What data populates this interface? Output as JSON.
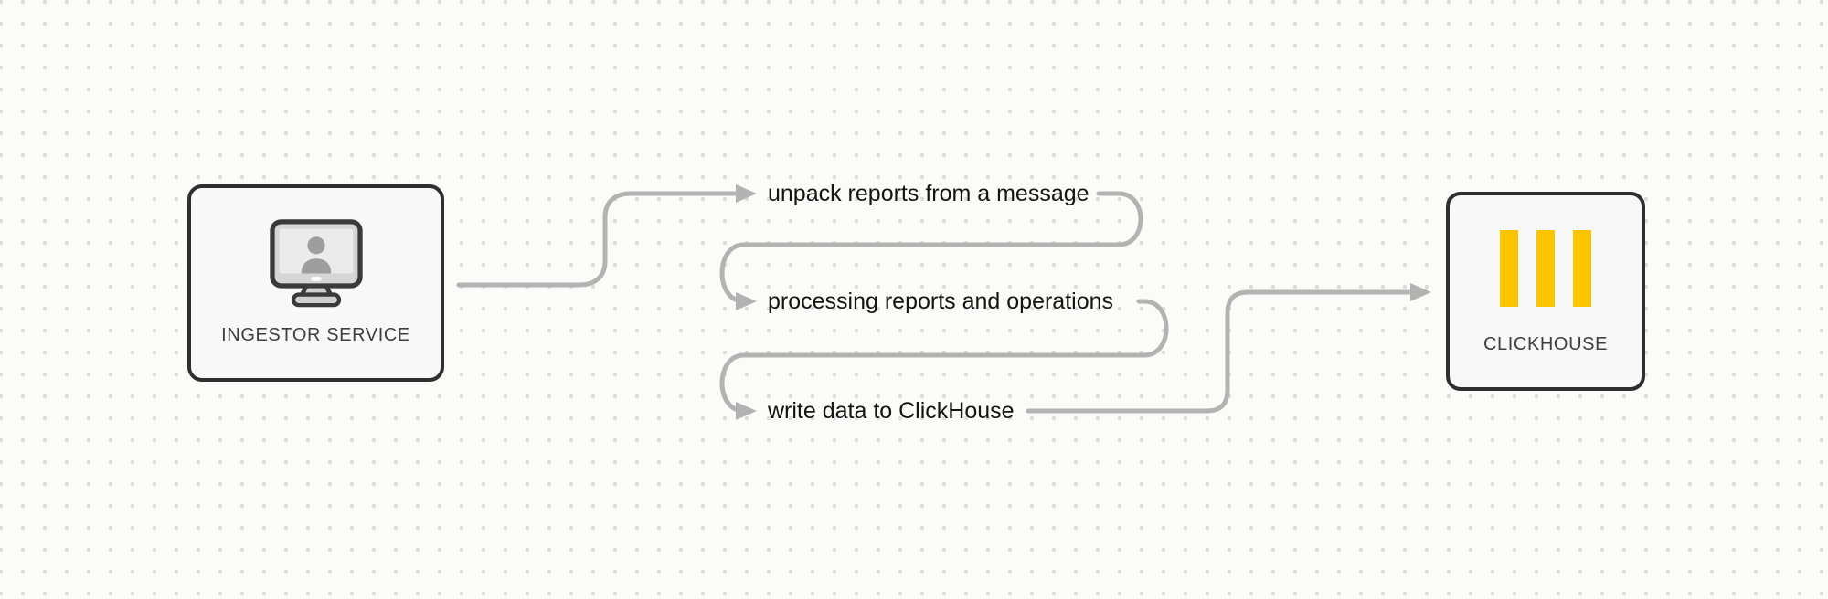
{
  "diagram": {
    "source": {
      "label": "INGESTOR SERVICE",
      "icon": "monitor-user-icon"
    },
    "target": {
      "label": "CLICKHOUSE",
      "icon": "clickhouse-logo-icon"
    },
    "steps": [
      {
        "label": "unpack reports from a message"
      },
      {
        "label": "processing reports and operations"
      },
      {
        "label": "write data to ClickHouse"
      }
    ],
    "colors": {
      "background": "#fbfbfa",
      "grid_dot": "#dcdcdc",
      "node_fill": "#f7f8f7",
      "node_border": "#2f2f2f",
      "connector": "#b3b3b3",
      "step_text": "#141414",
      "node_label": "#3f3f3f",
      "clickhouse_yellow": "#fdc500",
      "monitor_frame": "#3a3a3a",
      "monitor_fill": "#d6d6d6",
      "monitor_screen": "#ebebeb",
      "person": "#9e9e9e"
    }
  }
}
